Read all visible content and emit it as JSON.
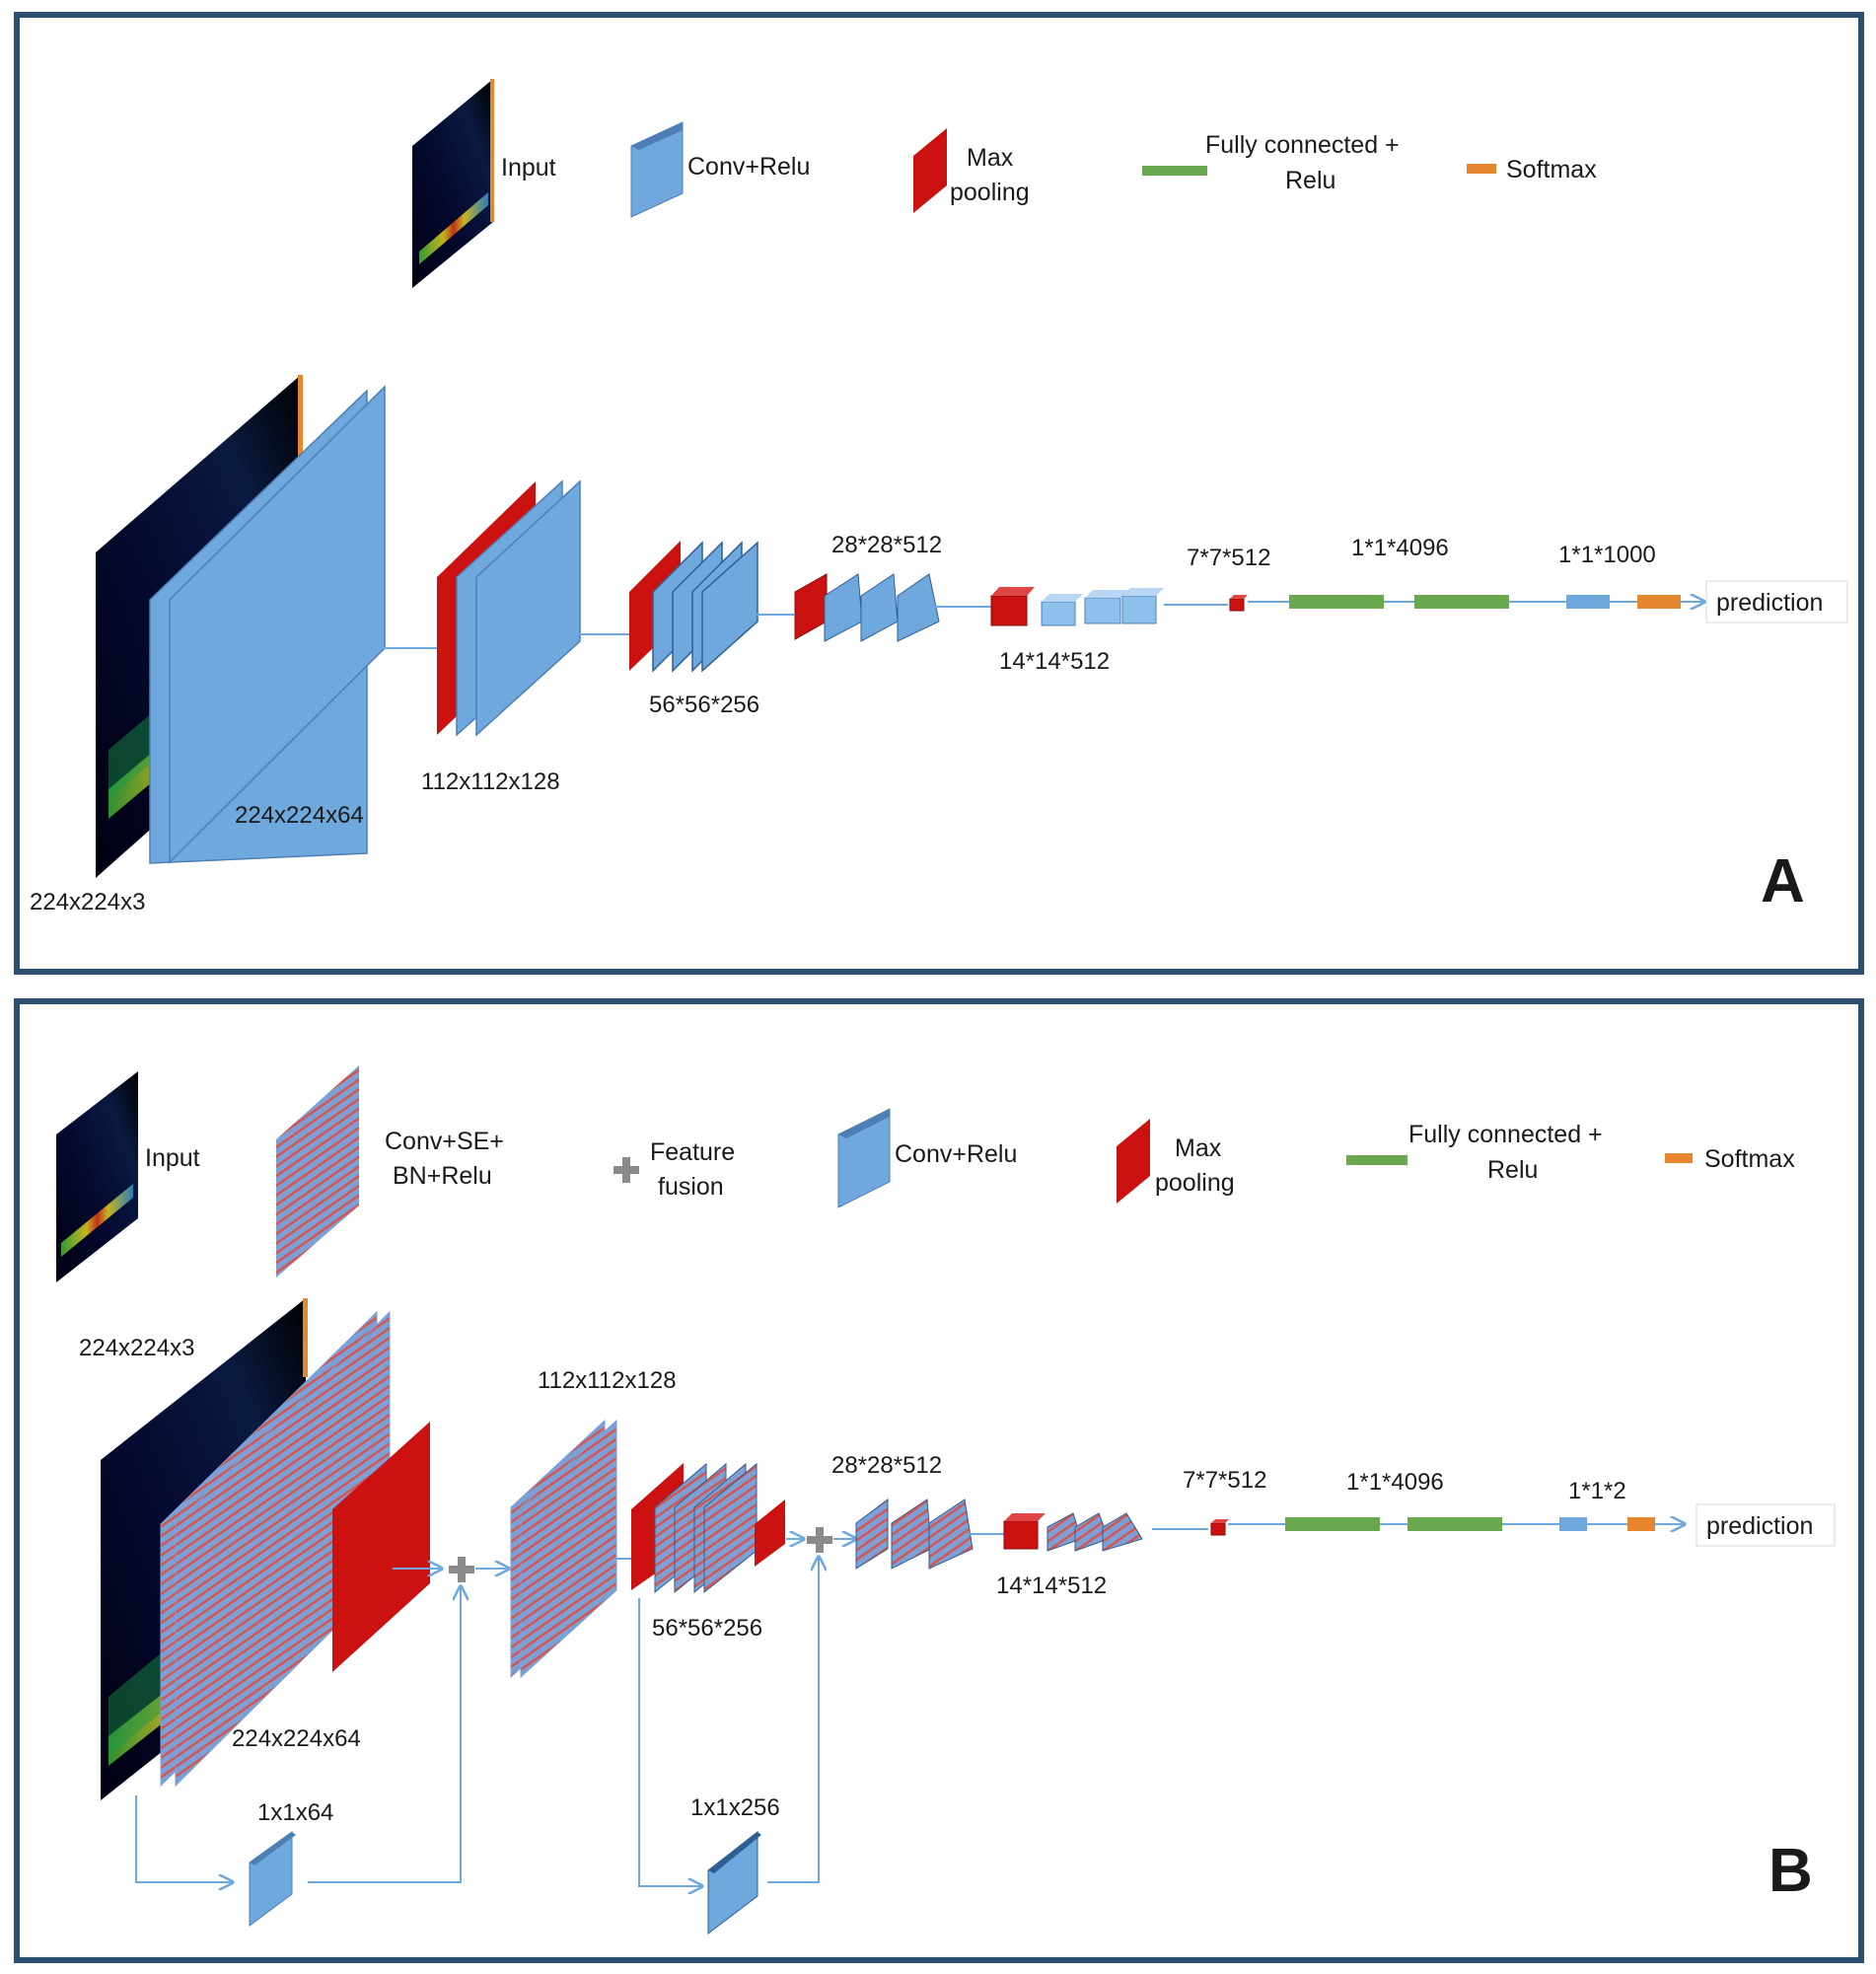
{
  "panel_a": {
    "label": "A",
    "legend": {
      "input": "Input",
      "conv": "Conv+Relu",
      "maxpool_1": "Max",
      "maxpool_2": "pooling",
      "fc_1": "Fully connected +",
      "fc_2": "Relu",
      "softmax": "Softmax"
    },
    "dims": {
      "input": "224x224x3",
      "block1": "224x224x64",
      "block2": "112x112x128",
      "block3": "56*56*256",
      "block4": "28*28*512",
      "block5": "14*14*512",
      "pool5": "7*7*512",
      "fc": "1*1*4096",
      "out": "1*1*1000"
    },
    "prediction": "prediction"
  },
  "panel_b": {
    "label": "B",
    "legend": {
      "input": "Input",
      "conv_se_1": "Conv+SE+",
      "conv_se_2": "BN+Relu",
      "fusion_1": "Feature",
      "fusion_2": "fusion",
      "conv": "Conv+Relu",
      "maxpool_1": "Max",
      "maxpool_2": "pooling",
      "fc_1": "Fully connected +",
      "fc_2": "Relu",
      "softmax": "Softmax"
    },
    "dims": {
      "input": "224x224x3",
      "block1": "224x224x64",
      "block2": "112x112x128",
      "block3": "56*56*256",
      "block4": "28*28*512",
      "block5": "14*14*512",
      "pool5": "7*7*512",
      "fc": "1*1*4096",
      "out": "1*1*2",
      "skip1": "1x1x64",
      "skip2": "1x1x256"
    },
    "prediction": "prediction"
  },
  "colors": {
    "border": "#2b4f6e",
    "conv": "#6fa8dc",
    "maxpool": "#cc1111",
    "fc": "#6aa84f",
    "softmax": "#e6862e",
    "arrow": "#6fa8dc",
    "stripe_blue": "#7aa0d6",
    "stripe_red": "#d9534f"
  }
}
